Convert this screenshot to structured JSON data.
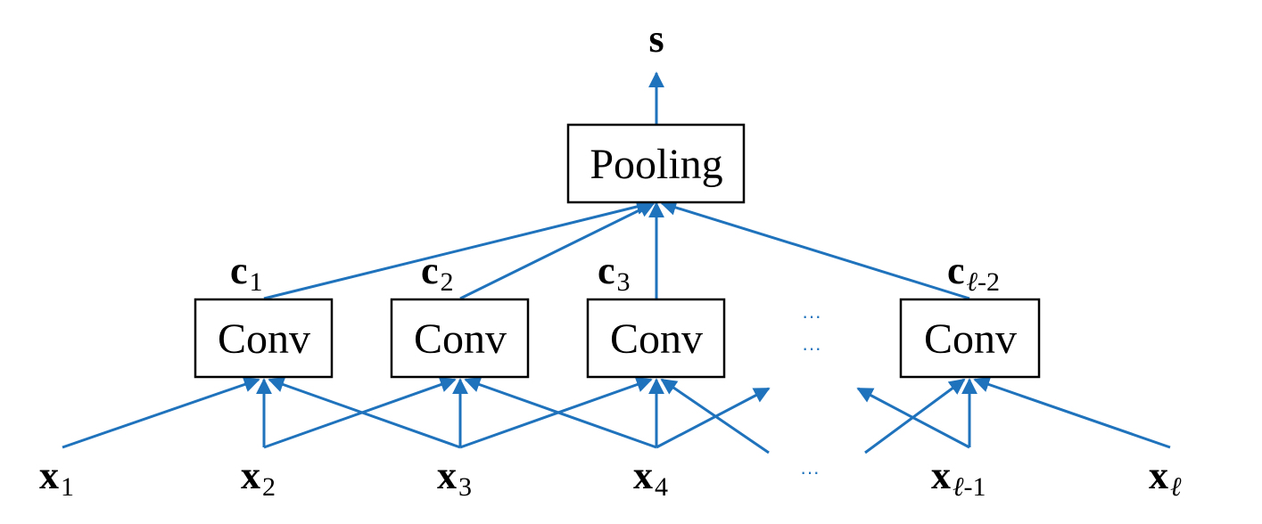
{
  "output": {
    "label": "s"
  },
  "pooling": {
    "label": "Pooling"
  },
  "conv_label": "Conv",
  "conv_nodes": [
    {
      "base": "c",
      "sub": "1"
    },
    {
      "base": "c",
      "sub": "2"
    },
    {
      "base": "c",
      "sub": "3"
    },
    {
      "base": "c",
      "sub_italic": "ℓ",
      "sub": "-2"
    }
  ],
  "inputs": [
    {
      "base": "x",
      "sub": "1"
    },
    {
      "base": "x",
      "sub": "2"
    },
    {
      "base": "x",
      "sub": "3"
    },
    {
      "base": "x",
      "sub": "4"
    },
    {
      "base": "x",
      "sub_italic": "ℓ",
      "sub": "-1"
    },
    {
      "base": "x",
      "sub_italic": "ℓ",
      "sub": ""
    }
  ],
  "ellipsis": "···",
  "colors": {
    "edge": "#1f72bc",
    "box_border": "#000000"
  }
}
